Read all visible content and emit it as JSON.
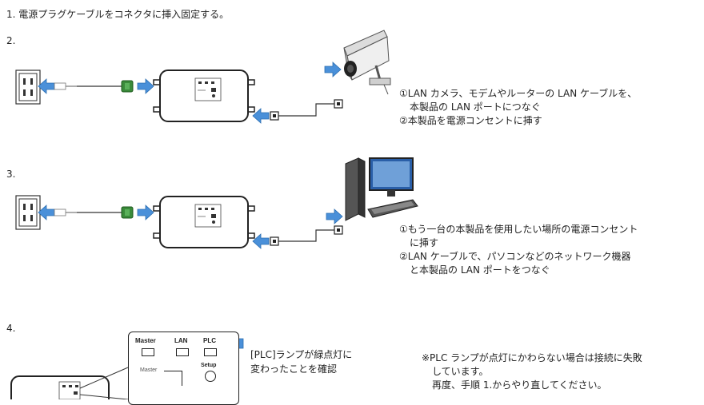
{
  "steps": {
    "step1": {
      "text": "1. 電源プラグケーブルをコネクタに挿入固定する。"
    },
    "step2": {
      "number": "2.",
      "line1": "①LAN カメラ、モデムやルーターの LAN ケーブルを、",
      "line2": "本製品の LAN ポートにつなぐ",
      "line3": "②本製品を電源コンセントに挿す"
    },
    "step3": {
      "number": "3.",
      "line1": "①もう一台の本製品を使用したい場所の電源コンセント",
      "line2": "に挿す",
      "line3": "②LAN ケーブルで、パソコンなどのネットワーク機器",
      "line4": "と本製品の LAN ポートをつなぐ"
    },
    "step4": {
      "number": "4.",
      "callout_line1": "[PLC]ランプが緑点灯に",
      "callout_line2": "変わったことを確認",
      "note_line1": "※PLC ランプが点灯にかわらない場合は接続に失敗",
      "note_line2": "しています。",
      "note_line3": "再度、手順 1.からやり直してください。"
    }
  },
  "panel": {
    "master": "Master",
    "lan": "LAN",
    "plc": "PLC",
    "master_small": "Master",
    "setup": "Setup"
  },
  "colors": {
    "arrow_blue": "#4a90d9",
    "connector_green": "#3a8a3a",
    "line": "#333333"
  }
}
